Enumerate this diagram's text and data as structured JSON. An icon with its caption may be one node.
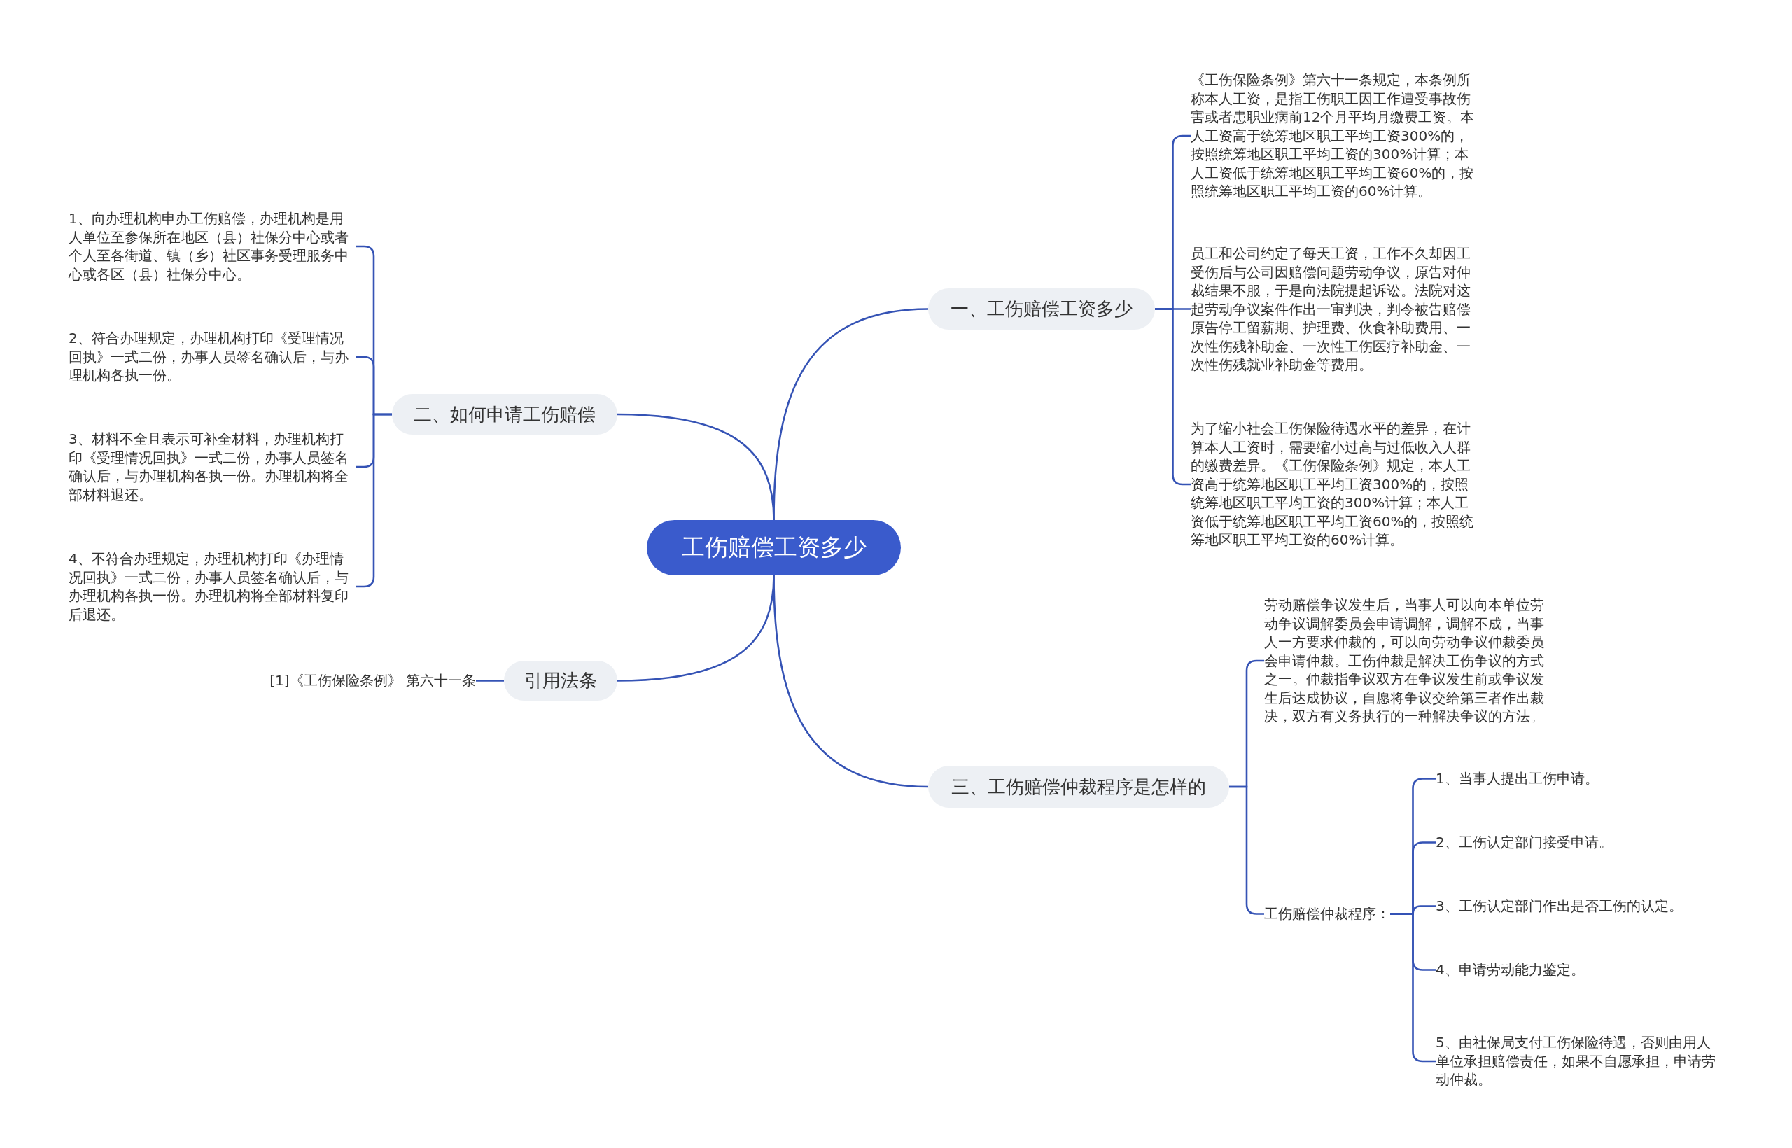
{
  "diagram": {
    "nodes": [
      {
        "text": [
          "工伤赔偿工资多少"
        ]
      },
      {
        "text": [
          "一、工伤赔偿工资多少"
        ]
      },
      {
        "text": [
          "《工伤保险条例》第六十一条规定，本条例所称本人工资，是指工伤职工因工作遭受事故伤害或者患职业病前12个月平均月缴费工资。本人工资高于统筹地区职工平均工资300%的，按照统筹地区职工平均工资的300%计算；本人工资低于统筹地区职工平均工资60%的，按照统筹地区职工平均工资的60%计算。"
        ]
      },
      {
        "text": [
          "员工和公司约定了每天工资，工作不久却因工受伤后与公司因赔偿问题劳动争议，原告对仲裁结果不服，于是向法院提起诉讼。法院对这起劳动争议案件作出一审判决，判令被告赔偿原告停工留薪期、护理费、伙食补助费用、一次性伤残补助金、一次性工伤医疗补助金、一次性伤残就业补助金等费用。"
        ]
      },
      {
        "text": [
          "为了缩小社会工伤保险待遇水平的差异，在计算本人工资时，需要缩小过高与过低收入人群的缴费差异。《工伤保险条例》规定，本人工资高于统筹地区职工平均工资300%的，按照统筹地区职工平均工资的300%计算；本人工资低于统筹地区职工平均工资60%的，按照统筹地区职工平均工资的60%计算。"
        ]
      },
      {
        "text": [
          "二、如何申请工伤赔偿"
        ]
      },
      {
        "text": [
          "1、向办理机构申办工伤赔偿，办理机构是用人单位至参保所在地区（县）社保分中心或者个人至各街道、镇（乡）社区事务受理服务中心或各区（县）社保分中心。"
        ]
      },
      {
        "text": [
          "2、符合办理规定，办理机构打印《受理情况回执》一式二份，办事人员签名确认后，与办理机构各执一份。"
        ]
      },
      {
        "text": [
          "3、材料不全且表示可补全材料，办理机构打印《受理情况回执》一式二份，办事人员签名确认后，与办理机构各执一份。办理机构将全部材料退还。"
        ]
      },
      {
        "text": [
          "4、不符合办理规定，办理机构打印《办理情况回执》一式二份，办事人员签名确认后，与办理机构各执一份。办理机构将全部材料复印后退还。"
        ]
      },
      {
        "text": [
          "引用法条"
        ]
      },
      {
        "text": [
          "[1]《工伤保险条例》 第六十一条"
        ]
      },
      {
        "text": [
          "三、工伤赔偿仲裁程序是怎样的"
        ]
      },
      {
        "text": [
          "劳动赔偿争议发生后，当事人可以向本单位劳动争议调解委员会申请调解，调解不成，当事人一方要求仲裁的，可以向劳动争议仲裁委员会申请仲裁。工伤仲裁是解决工伤争议的方式之一。仲裁指争议双方在争议发生前或争议发生后达成协议，自愿将争议交给第三者作出裁决，双方有义务执行的一种解决争议的方法。"
        ]
      },
      {
        "text": [
          "工伤赔偿仲裁程序："
        ]
      },
      {
        "text": [
          "1、当事人提出工伤申请。"
        ]
      },
      {
        "text": [
          "2、工伤认定部门接受申请。"
        ]
      },
      {
        "text": [
          "3、工伤认定部门作出是否工伤的认定。"
        ]
      },
      {
        "text": [
          "4、申请劳动能力鉴定。"
        ]
      },
      {
        "text": [
          "5、由社保局支付工伤保险待遇，否则由用人单位承担赔偿责任，如果不自愿承担，申请劳动仲裁。"
        ]
      }
    ],
    "edges": [
      {
        "from": 0,
        "to": 1,
        "arrow": "none"
      },
      {
        "from": 1,
        "to": 2,
        "arrow": "none"
      },
      {
        "from": 1,
        "to": 3,
        "arrow": "none"
      },
      {
        "from": 1,
        "to": 4,
        "arrow": "none"
      },
      {
        "from": 0,
        "to": 5,
        "arrow": "none"
      },
      {
        "from": 5,
        "to": 6,
        "arrow": "none"
      },
      {
        "from": 5,
        "to": 7,
        "arrow": "none"
      },
      {
        "from": 5,
        "to": 8,
        "arrow": "none"
      },
      {
        "from": 5,
        "to": 9,
        "arrow": "none"
      },
      {
        "from": 0,
        "to": 10,
        "arrow": "none"
      },
      {
        "from": 10,
        "to": 11,
        "arrow": "none"
      },
      {
        "from": 0,
        "to": 12,
        "arrow": "none"
      },
      {
        "from": 12,
        "to": 13,
        "arrow": "none"
      },
      {
        "from": 12,
        "to": 14,
        "arrow": "none"
      },
      {
        "from": 14,
        "to": 15,
        "arrow": "none"
      },
      {
        "from": 14,
        "to": 16,
        "arrow": "none"
      },
      {
        "from": 14,
        "to": 17,
        "arrow": "none"
      },
      {
        "from": 14,
        "to": 18,
        "arrow": "none"
      },
      {
        "from": 14,
        "to": 19,
        "arrow": "none"
      }
    ]
  }
}
